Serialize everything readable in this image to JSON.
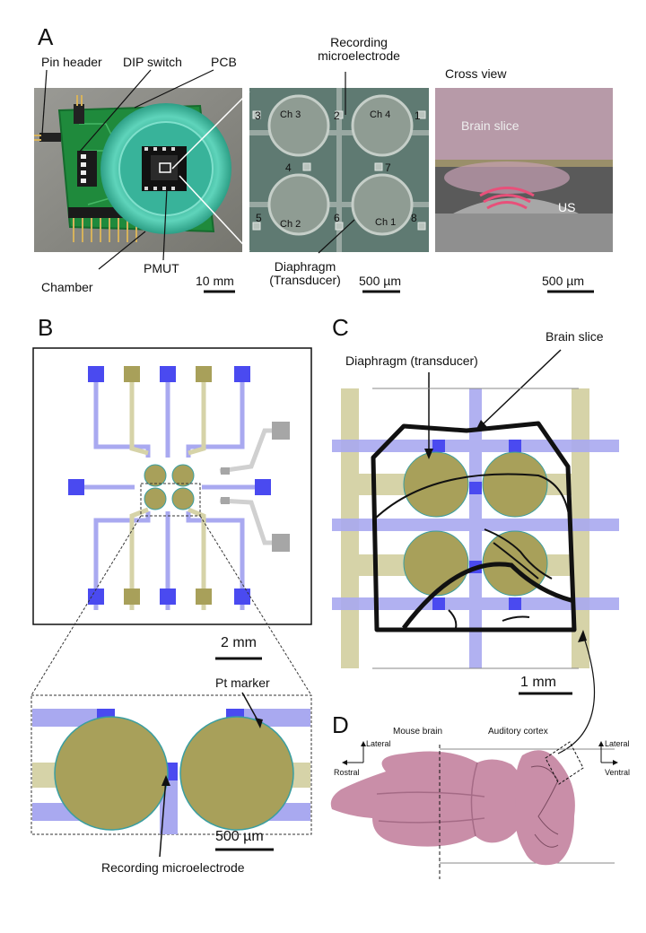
{
  "panels": {
    "a": "A",
    "b": "B",
    "c": "C",
    "d": "D"
  },
  "panel_a": {
    "labels": {
      "pin_header": "Pin header",
      "dip_switch": "DIP switch",
      "pcb": "PCB",
      "chamber": "Chamber",
      "pmut": "PMUT",
      "recording_line1": "Recording",
      "recording_line2": "microelectrode",
      "diaphragm_line1": "Diaphragm",
      "diaphragm_line2": "(Transducer)",
      "cross_view": "Cross view",
      "brain_slice": "Brain slice",
      "us": "US"
    },
    "scalebars": {
      "photo": "10 mm",
      "micro": "500 µm",
      "cross": "500 µm"
    },
    "channels": {
      "ch1": "Ch 1",
      "ch2": "Ch 2",
      "ch3": "Ch 3",
      "ch4": "Ch 4"
    },
    "electrode_numbers": [
      "1",
      "2",
      "3",
      "4",
      "5",
      "6",
      "7",
      "8"
    ]
  },
  "panel_b": {
    "scalebar_layout": "2 mm",
    "scalebar_zoom": "500 µm",
    "pt_marker": "Pt marker",
    "recording_microelectrode": "Recording microelectrode"
  },
  "panel_c": {
    "diaphragm": "Diaphragm (transducer)",
    "brain_slice": "Brain slice",
    "scalebar": "1 mm"
  },
  "panel_d": {
    "mouse_brain": "Mouse brain",
    "auditory_cortex": "Auditory cortex",
    "lateral_left": "Lateral",
    "rostral": "Rostral",
    "lateral_right": "Lateral",
    "ventral": "Ventral"
  },
  "colors": {
    "pad_blue": "#4a4af0",
    "trace_blue": "#a9a9f0",
    "olive": "#a8a05a",
    "olive_trace": "#d6d3a8",
    "gray_pad": "#a6a6a6",
    "brain_pink": "#c98ea8",
    "pcb_green": "#1f8a3c",
    "chamber_cyan": "#3fc2a8"
  }
}
